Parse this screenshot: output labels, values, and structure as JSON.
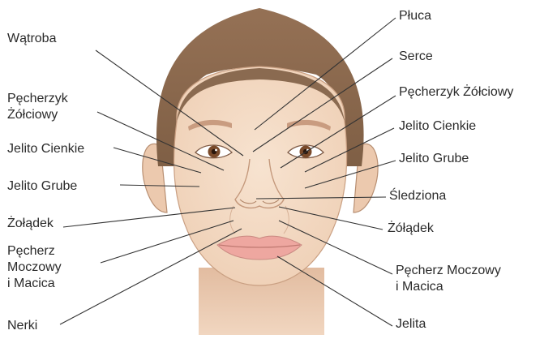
{
  "diagram": {
    "left_labels": {
      "watroba": "Wątroba",
      "pecherzyk_line1": "Pęcherzyk",
      "pecherzyk_line2": "Żółciowy",
      "jelito_cienkie": "Jelito Cienkie",
      "jelito_grube": "Jelito Grube",
      "zoladek": "Żołądek",
      "pecherz_line1": "Pęcherz",
      "pecherz_line2": "Moczowy",
      "pecherz_line3": "i Macica",
      "nerki": "Nerki"
    },
    "right_labels": {
      "pluca": "Płuca",
      "serce": "Serce",
      "pecherzyk": "Pęcherzyk Żółciowy",
      "jelito_cienkie": "Jelito Cienkie",
      "jelito_grube": "Jelito Grube",
      "sledziona": "Śledziona",
      "zoladek": "Żółądek",
      "pecherz_line1": "Pęcherz Moczowy",
      "pecherz_line2": "i Macica",
      "jelita": "Jelita"
    }
  },
  "colors": {
    "skin": "#f4dcc7",
    "skin_shadow": "#e9c3a7",
    "hair": "#8c6a4f",
    "lips": "#eea7a0",
    "iris": "#7a4a2a",
    "leader_line": "#333333",
    "text": "#2a2a2a"
  }
}
